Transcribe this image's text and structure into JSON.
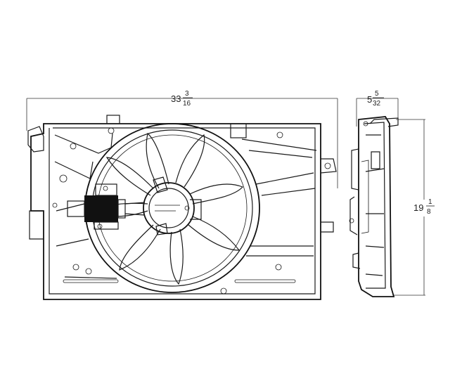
{
  "dimensions": {
    "width": {
      "whole": "33",
      "num": "3",
      "den": "16"
    },
    "depth": {
      "whole": "5",
      "num": "5",
      "den": "32"
    },
    "height": {
      "whole": "19",
      "num": "1",
      "den": "8"
    }
  },
  "colors": {
    "line": "#1a1a1a",
    "background": "#ffffff"
  }
}
